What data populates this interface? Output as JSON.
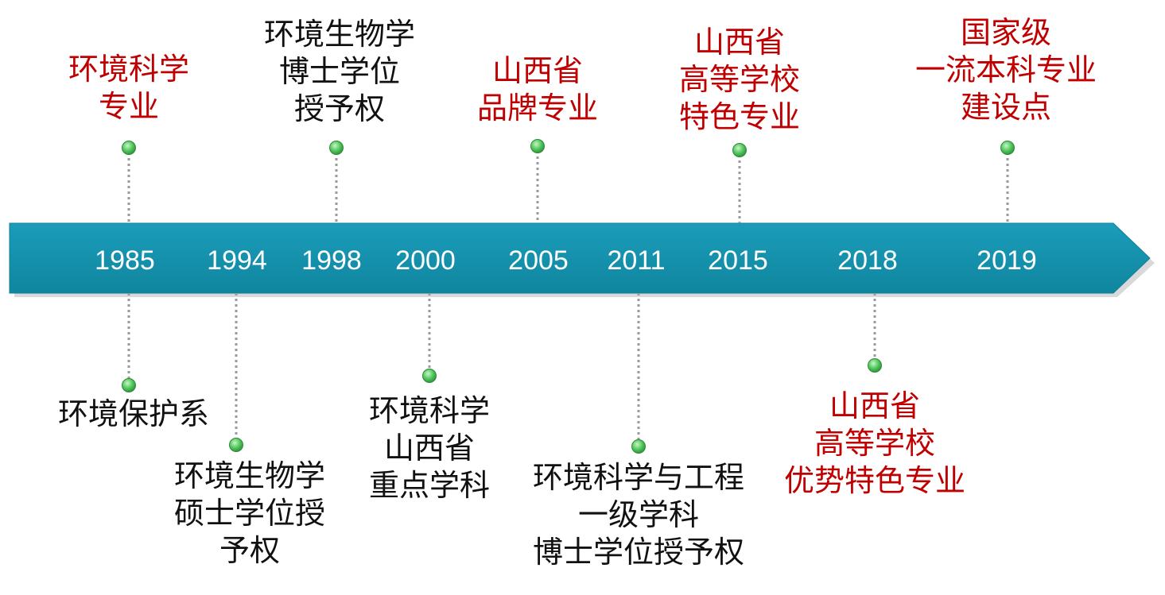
{
  "colors": {
    "arrow_fill": "#1590ad",
    "arrow_shadow": "#b9b9b9",
    "dot_fill": "#4fc75a",
    "dot_edge": "#2e8a3a",
    "connector": "#9a9a9a",
    "highlight_text": "#c00000",
    "normal_text": "#111111",
    "year_text": "#ffffff"
  },
  "years": [
    "1985",
    "1994",
    "1998",
    "2000",
    "2005",
    "2011",
    "2015",
    "2018",
    "2019"
  ],
  "milestones_above": [
    {
      "year": "1985",
      "highlight": true,
      "lines": [
        "环境科学",
        "专业"
      ]
    },
    {
      "year": "1998",
      "highlight": false,
      "lines": [
        "环境生物学",
        "博士学位",
        "授予权"
      ]
    },
    {
      "year": "2005",
      "highlight": true,
      "lines": [
        "山西省",
        "品牌专业"
      ]
    },
    {
      "year": "2015",
      "highlight": true,
      "lines": [
        "山西省",
        "高等学校",
        "特色专业"
      ]
    },
    {
      "year": "2019",
      "highlight": true,
      "lines": [
        "国家级",
        "一流本科专业",
        "建设点"
      ]
    }
  ],
  "milestones_below": [
    {
      "year": "1985",
      "highlight": false,
      "lines": [
        "环境保护系"
      ]
    },
    {
      "year": "1994",
      "highlight": false,
      "lines": [
        "环境生物学",
        "硕士学位授",
        "予权"
      ]
    },
    {
      "year": "2000",
      "highlight": false,
      "lines": [
        "环境科学",
        "山西省",
        "重点学科"
      ]
    },
    {
      "year": "2011",
      "highlight": false,
      "lines": [
        "环境科学与工程",
        "一级学科",
        "博士学位授予权"
      ]
    },
    {
      "year": "2018",
      "highlight": true,
      "lines": [
        "山西省",
        "高等学校",
        "优势特色专业"
      ]
    }
  ]
}
